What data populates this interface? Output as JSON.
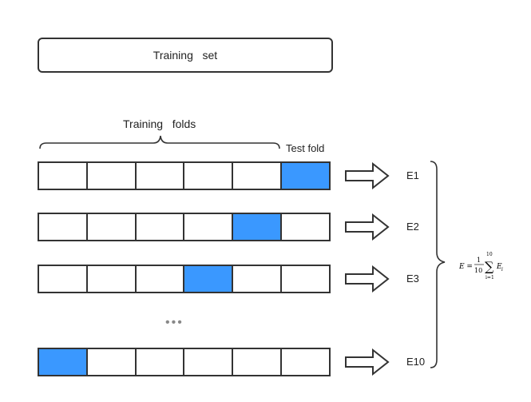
{
  "training_set": {
    "label": "Training   set"
  },
  "training_folds": {
    "label": "Training   folds"
  },
  "test_fold": {
    "label": "Test fold"
  },
  "rows": [
    {
      "test_index": 5,
      "error_label": "E1"
    },
    {
      "test_index": 4,
      "error_label": "E2"
    },
    {
      "test_index": 3,
      "error_label": "E3"
    },
    {
      "test_index": 0,
      "error_label": "E10"
    }
  ],
  "ellipsis": "•••",
  "formula": {
    "lhs": "E =",
    "fraction_num": "1",
    "fraction_den": "10",
    "sum_top": "10",
    "sum_bottom": "i=1",
    "term": "E",
    "term_sub": "i"
  },
  "colors": {
    "test_fold": "#3a98ff",
    "outline": "#333333"
  }
}
